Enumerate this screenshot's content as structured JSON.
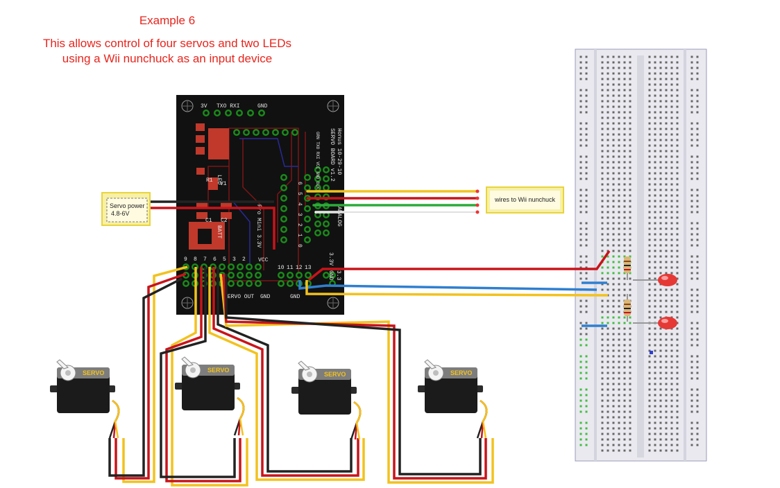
{
  "header": {
    "title": "Example 6",
    "description_line1": "This allows control of four servos and two LEDs",
    "description_line2": "using a Wii nunchuck as an input device"
  },
  "notes": {
    "servo_power_line1": "Servo power",
    "servo_power_line2": "4.8-6V",
    "wii": "wires to Wii nunchuck"
  },
  "board": {
    "pins_top_left": "3V",
    "pins_top_mid": "TXO RXI",
    "pins_top_gnd": "GND",
    "pro_mini": "Pro Mini 3.3V",
    "vertical_info": "SERVO BOARD v1.2",
    "vertical_date": "Honus 10-29-10",
    "vertical_header": "GRN TXO RXI VCC GND BLK",
    "analog": "ANALOG",
    "label_33v": "3.3V",
    "label_gnd": "GND",
    "label_33": "3.3",
    "servo_pins": [
      "9",
      "8",
      "7",
      "6",
      "5",
      "3",
      "2"
    ],
    "pin_vcc": "VCC",
    "pins_right": [
      "10",
      "11",
      "12",
      "13"
    ],
    "bottom_gnd_left": "GND",
    "bottom_gnd_right": "GND",
    "servo_out": "SERVO OUT",
    "r1": "R1",
    "v1": "V1",
    "c1": "C1",
    "c2": "C2",
    "batt": "BATT",
    "led": "LED",
    "analog_pins": [
      "6",
      "5",
      "4",
      "3",
      "2",
      "1",
      "0"
    ]
  },
  "servos": {
    "label": "SERVO",
    "count": 4
  },
  "colors": {
    "title": "#e8241c",
    "wire_red": "#c8141a",
    "wire_black": "#222222",
    "wire_yellow": "#f2c21e",
    "wire_green": "#2daa3a",
    "wire_blue": "#2f7fd0",
    "board": "#111111",
    "trace": "#8b1a1a",
    "breadboard": "#e9e9ef"
  }
}
